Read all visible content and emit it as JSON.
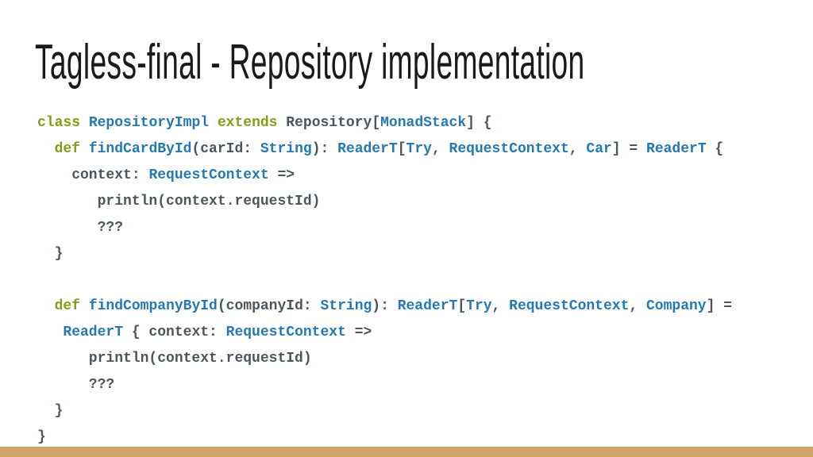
{
  "title": "Tagless-final - Repository implementation",
  "colors": {
    "background": "#ffffff",
    "title": "#1a1a1a",
    "keyword": "#879b14",
    "type": "#2479b5",
    "plain": "#4b565c",
    "accent_bar": "#cfa469"
  },
  "code": {
    "lines": [
      {
        "tokens": [
          [
            "keyword",
            "class"
          ],
          [
            "plain",
            " "
          ],
          [
            "type",
            "RepositoryImpl"
          ],
          [
            "plain",
            " "
          ],
          [
            "keyword",
            "extends"
          ],
          [
            "plain",
            " Repository["
          ],
          [
            "type",
            "MonadStack"
          ],
          [
            "plain",
            "] {"
          ]
        ]
      },
      {
        "tokens": [
          [
            "plain",
            "  "
          ],
          [
            "keyword",
            "def"
          ],
          [
            "plain",
            " "
          ],
          [
            "type",
            "findCardById"
          ],
          [
            "plain",
            "(carId: "
          ],
          [
            "type",
            "String"
          ],
          [
            "plain",
            "): "
          ],
          [
            "type",
            "ReaderT"
          ],
          [
            "plain",
            "["
          ],
          [
            "type",
            "Try"
          ],
          [
            "plain",
            ", "
          ],
          [
            "type",
            "RequestContext"
          ],
          [
            "plain",
            ", "
          ],
          [
            "type",
            "Car"
          ],
          [
            "plain",
            "] = "
          ],
          [
            "type",
            "ReaderT"
          ],
          [
            "plain",
            " {"
          ]
        ]
      },
      {
        "tokens": [
          [
            "plain",
            "    context: "
          ],
          [
            "type",
            "RequestContext"
          ],
          [
            "plain",
            " =>"
          ]
        ]
      },
      {
        "tokens": [
          [
            "plain",
            "       println(context.requestId)"
          ]
        ]
      },
      {
        "tokens": [
          [
            "plain",
            "       ???"
          ]
        ]
      },
      {
        "tokens": [
          [
            "plain",
            "  }"
          ]
        ]
      },
      {
        "tokens": []
      },
      {
        "tokens": [
          [
            "plain",
            "  "
          ],
          [
            "keyword",
            "def"
          ],
          [
            "plain",
            " "
          ],
          [
            "type",
            "findCompanyById"
          ],
          [
            "plain",
            "(companyId: "
          ],
          [
            "type",
            "String"
          ],
          [
            "plain",
            "): "
          ],
          [
            "type",
            "ReaderT"
          ],
          [
            "plain",
            "["
          ],
          [
            "type",
            "Try"
          ],
          [
            "plain",
            ", "
          ],
          [
            "type",
            "RequestContext"
          ],
          [
            "plain",
            ", "
          ],
          [
            "type",
            "Company"
          ],
          [
            "plain",
            "] ="
          ]
        ]
      },
      {
        "tokens": [
          [
            "plain",
            "   "
          ],
          [
            "type",
            "ReaderT"
          ],
          [
            "plain",
            " { context: "
          ],
          [
            "type",
            "RequestContext"
          ],
          [
            "plain",
            " =>"
          ]
        ]
      },
      {
        "tokens": [
          [
            "plain",
            "      println(context.requestId)"
          ]
        ]
      },
      {
        "tokens": [
          [
            "plain",
            "      ???"
          ]
        ]
      },
      {
        "tokens": [
          [
            "plain",
            "  }"
          ]
        ]
      },
      {
        "tokens": [
          [
            "plain",
            "}"
          ]
        ]
      }
    ]
  }
}
